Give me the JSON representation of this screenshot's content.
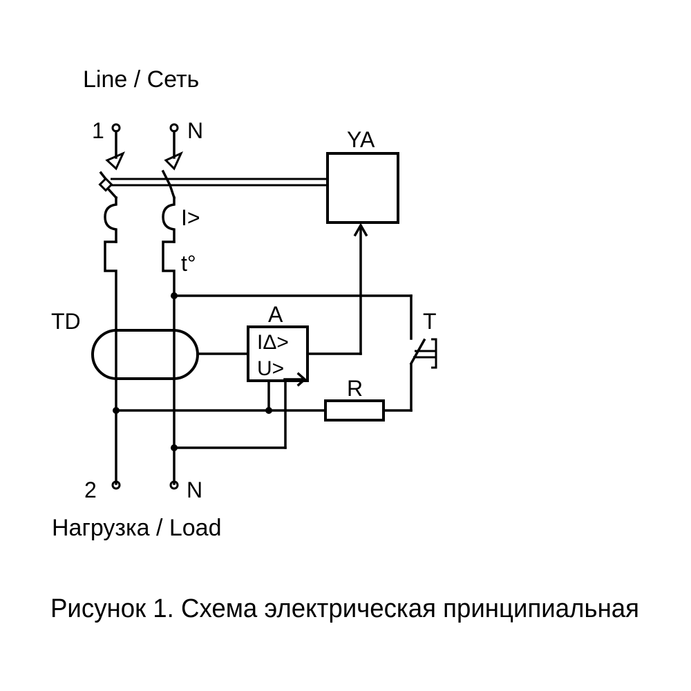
{
  "labels": {
    "line_title": "Line / Сеть",
    "load_title": "Нагрузка / Load",
    "terminal_top_phase": "1",
    "terminal_top_neutral": "N",
    "terminal_bottom_phase": "2",
    "terminal_bottom_neutral": "N",
    "overcurrent": "I>",
    "thermal": "t°",
    "trip_coil": "YA",
    "transformer": "TD",
    "amplifier": "A",
    "amp_residual": "IΔ>",
    "amp_voltage": "U>",
    "resistor": "R",
    "test_button": "T"
  },
  "caption": "Рисунок 1. Схема электрическая принципиальная",
  "colors": {
    "ink": "#000000",
    "background": "#ffffff"
  }
}
